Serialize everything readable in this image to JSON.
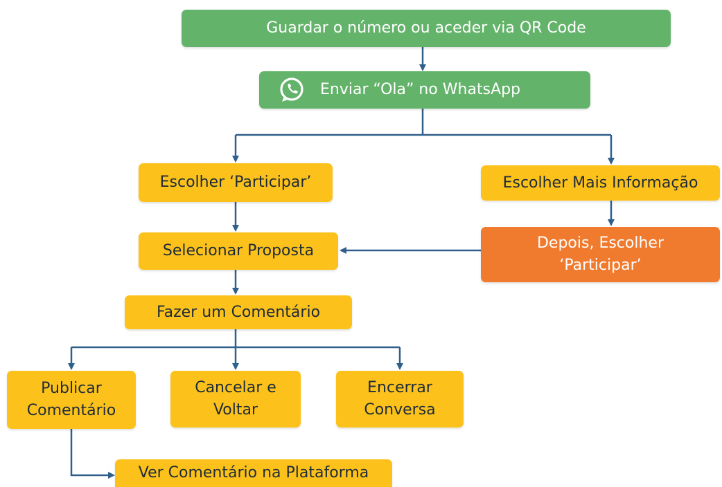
{
  "colors": {
    "green": "#64b36b",
    "yellow": "#fcc21b",
    "orange": "#f07a2e",
    "arrow": "#2f5f8a"
  },
  "nodes": {
    "qr_code": {
      "label": "Guardar o número ou aceder via QR Code"
    },
    "send_hello": {
      "label": "Enviar “Ola” no WhatsApp",
      "icon": "whatsapp-icon"
    },
    "choose_participate": {
      "label": "Escolher ‘Participar’"
    },
    "choose_more_info": {
      "label": "Escolher Mais Informação"
    },
    "select_proposal": {
      "label": "Selecionar Proposta"
    },
    "then_choose_participate": {
      "line1": "Depois, Escolher",
      "line2": "‘Participar’"
    },
    "make_comment": {
      "label": "Fazer um Comentário"
    },
    "publish_comment": {
      "line1": "Publicar",
      "line2": "Comentário"
    },
    "cancel_return": {
      "line1": "Cancelar e",
      "line2": "Voltar"
    },
    "end_conversation": {
      "line1": "Encerrar",
      "line2": "Conversa"
    },
    "view_comment": {
      "label": "Ver Comentário na Plataforma"
    }
  }
}
